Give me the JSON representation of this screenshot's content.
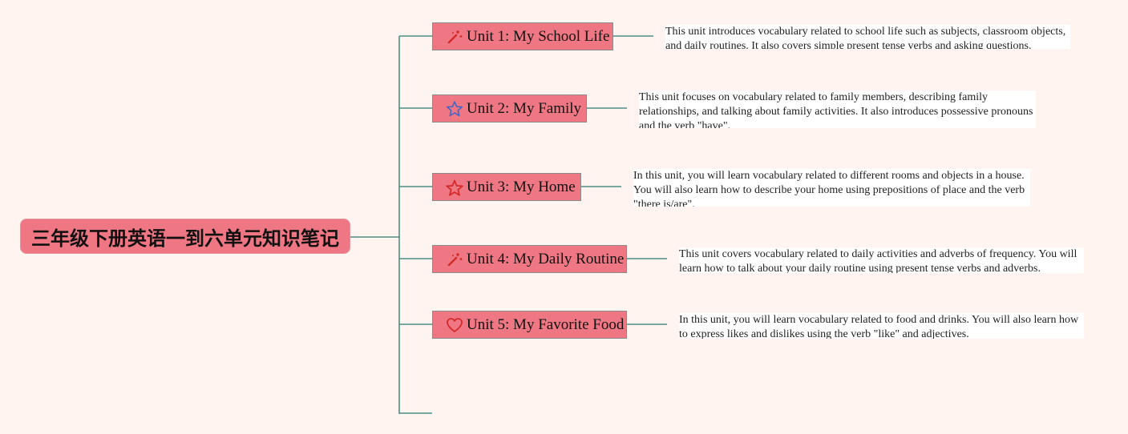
{
  "root": {
    "title": "三年级下册英语一到六单元知识笔记"
  },
  "units": [
    {
      "label": "Unit 1: My School Life",
      "icon": "magic-wand-icon",
      "note": "This unit introduces vocabulary related to school life such as subjects, classroom objects, and daily routines. It also covers simple present tense verbs and asking questions."
    },
    {
      "label": "Unit 2: My Family",
      "icon": "star-outline-blue-icon",
      "note": "This unit focuses on vocabulary related to family members, describing family relationships, and talking about family activities. It also introduces possessive pronouns and the verb \"have\"."
    },
    {
      "label": "Unit 3: My Home",
      "icon": "star-outline-red-icon",
      "note": "In this unit, you will learn vocabulary related to different rooms and objects in a house. You will also learn how to describe your home using prepositions of place and the verb \"there is/are\"."
    },
    {
      "label": "Unit 4: My Daily Routine",
      "icon": "magic-wand-icon",
      "note": "This unit covers vocabulary related to daily activities and adverbs of frequency. You will learn how to talk about your daily routine using present tense verbs and adverbs."
    },
    {
      "label": "Unit 5: My Favorite Food",
      "icon": "heart-icon",
      "note": "In this unit, you will learn vocabulary related to food and drinks. You will also learn how to express likes and dislikes using the verb \"like\" and adjectives."
    }
  ],
  "colors": {
    "background": "#fff4ef",
    "node_fill": "#ef7784",
    "connector": "#4f8f86"
  }
}
